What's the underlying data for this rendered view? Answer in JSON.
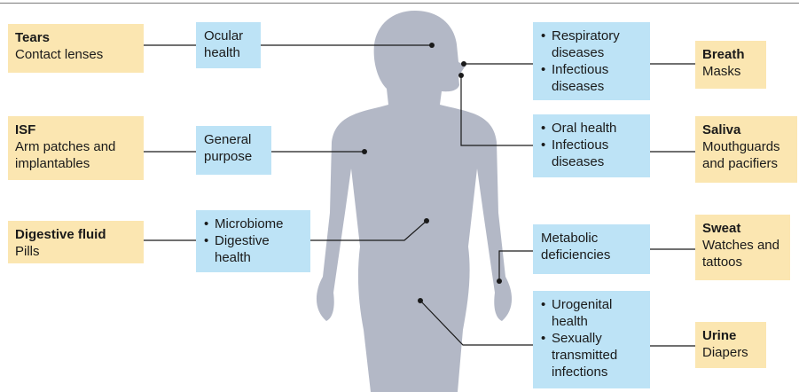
{
  "sources": {
    "tears": {
      "title": "Tears",
      "device": "Contact lenses"
    },
    "isf": {
      "title": "ISF",
      "device": "Arm patches and implantables"
    },
    "digestive": {
      "title": "Digestive fluid",
      "device": "Pills"
    },
    "breath": {
      "title": "Breath",
      "device": "Masks"
    },
    "saliva": {
      "title": "Saliva",
      "device": "Mouthguards and pacifiers"
    },
    "sweat": {
      "title": "Sweat",
      "device": "Watches and tattoos"
    },
    "urine": {
      "title": "Urine",
      "device": "Diapers"
    }
  },
  "applications": {
    "ocular": "Ocular health",
    "general": "General purpose",
    "digestive": [
      "Microbiome",
      "Digestive health"
    ],
    "breath": [
      "Respiratory diseases",
      "Infectious diseases"
    ],
    "saliva": [
      "Oral health",
      "Infectious diseases"
    ],
    "sweat": "Metabolic deficiencies",
    "urine": [
      "Urogenital health",
      "Sexually transmitted infections"
    ]
  },
  "colors": {
    "body": "#b3b8c6",
    "yellow_box": "#fbe6b1",
    "blue_box": "#bde3f6",
    "line": "#1a1a1a"
  }
}
